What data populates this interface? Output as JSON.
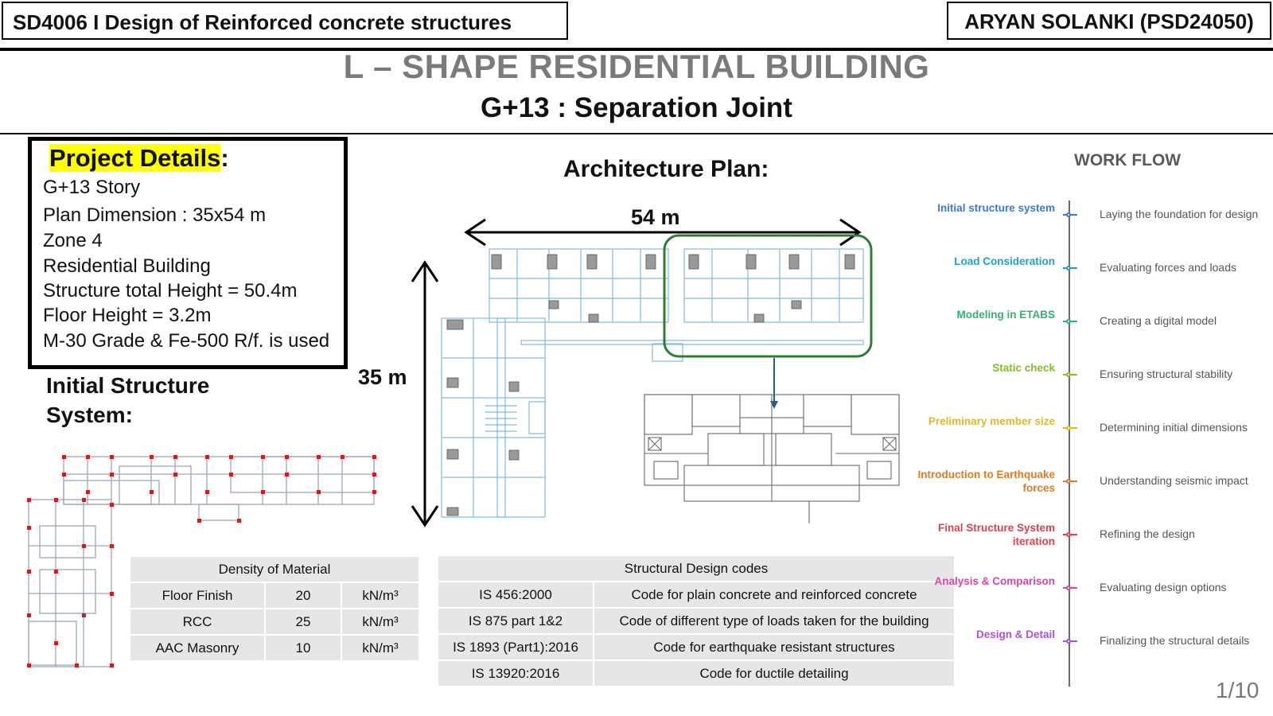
{
  "header": {
    "course": "SD4006 I Design of Reinforced concrete structures",
    "author": "ARYAN SOLANKI (PSD24050)",
    "title": "L – SHAPE RESIDENTIAL BUILDING",
    "subtitle": "G+13 : Separation Joint"
  },
  "project_details": {
    "heading": "Project Details",
    "heading_suffix": ":",
    "lines": [
      "G+13 Story",
      "Plan  Dimension : 35x54 m",
      "Zone 4",
      "Residential Building",
      "Structure total Height = 50.4m",
      "Floor Height = 3.2m",
      "M-30 Grade & Fe-500 R/f. is used"
    ]
  },
  "initial_structure": {
    "heading": "Initial Structure System:"
  },
  "architecture_plan": {
    "heading": "Architecture Plan:",
    "width_label": "54 m",
    "height_label": "35 m"
  },
  "density_table": {
    "header": "Density of Material",
    "rows": [
      {
        "material": "Floor Finish",
        "value": "20",
        "unit": "kN/m³"
      },
      {
        "material": "RCC",
        "value": "25",
        "unit": "kN/m³"
      },
      {
        "material": "AAC Masonry",
        "value": "10",
        "unit": "kN/m³"
      }
    ]
  },
  "codes_table": {
    "header": "Structural Design codes",
    "rows": [
      {
        "code": "IS 456:2000",
        "description": "Code for plain concrete and reinforced concrete"
      },
      {
        "code": "IS 875 part 1&2",
        "description": "Code of different type of loads taken for the building"
      },
      {
        "code": "IS 1893 (Part1):2016",
        "description": "Code for earthquake resistant structures"
      },
      {
        "code": "IS 13920:2016",
        "description": "Code for ductile detailing"
      }
    ]
  },
  "workflow": {
    "title": "WORK FLOW",
    "steps": [
      {
        "label": "Initial structure system",
        "description": "Laying the foundation for design",
        "color": "#3a7bd5"
      },
      {
        "label": "Load Consideration",
        "description": "Evaluating forces and loads",
        "color": "#1ea0c8"
      },
      {
        "label": "Modeling in ETABS",
        "description": "Creating a digital model",
        "color": "#2bb673"
      },
      {
        "label": "Static check",
        "description": "Ensuring structural stability",
        "color": "#8ab82f"
      },
      {
        "label": "Preliminary member size",
        "description": "Determining initial dimensions",
        "color": "#e3b91c"
      },
      {
        "label": "Introduction to Earthquake forces",
        "description": "Understanding seismic impact",
        "color": "#e07b22"
      },
      {
        "label": "Final Structure System iteration",
        "description": "Refining the design",
        "color": "#e0404a"
      },
      {
        "label": "Analysis & Comparison",
        "description": "Evaluating design options",
        "color": "#d945a8"
      },
      {
        "label": "Design & Detail",
        "description": "Finalizing the structural details",
        "color": "#b050d8"
      }
    ]
  },
  "page_number": "1/10"
}
